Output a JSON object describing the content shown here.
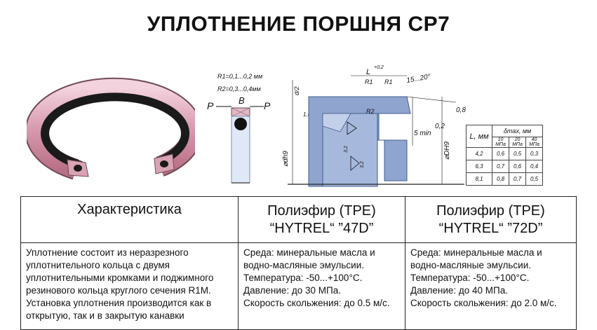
{
  "title": "УПЛОТНЕНИЕ ПОРШНЯ СР7",
  "drawing": {
    "r1": "R1=0,1...0,2 мм",
    "r2": "R2=0,3...0,4мм",
    "p_left": "P",
    "p_right": "P",
    "b": "B",
    "l_dim": "L",
    "l_tol": "+0,2",
    "angle": "15...20°",
    "dim_0_8": "0,8",
    "dim_0_2": "0,2",
    "dim_5_min": "5 min",
    "dim_1_6": "1,6",
    "dim_d_half": "d/2",
    "dim_dh9": "⌀dh9",
    "dim_DH9": "⌀DH9",
    "r1_label": "R1",
    "r1b_label": "R1",
    "r2_label": "R2",
    "rough_a": "3,2",
    "rough_b": "3,2"
  },
  "mini_table": {
    "l_header": "L, мм",
    "delta_header": "δmax, мм",
    "units": [
      "10 МПа",
      "20 МПа",
      "40 МПа"
    ],
    "rows": [
      [
        "4,2",
        "0,6",
        "0,5",
        "0,3"
      ],
      [
        "6,3",
        "0,7",
        "0,6",
        "0,4"
      ],
      [
        "8,1",
        "0,8",
        "0,7",
        "0,5"
      ]
    ]
  },
  "table": {
    "headers": [
      [
        "Характеристика"
      ],
      [
        "Полиэфир (TPE)",
        "“HYTREL“ ”47D”"
      ],
      [
        "Полиэфир (TPE)",
        "“HYTREL“ ”72D”"
      ]
    ],
    "col1": [
      "Уплотнение состоит из неразрезного",
      "уплотнительного кольца с двумя",
      "уплотнительными кромками и поджимного",
      "резинового кольца круглого сечения R1M.",
      "Установка уплотнения производится как в",
      "открытую, так и в закрытую канавки"
    ],
    "col2": [
      "Среда: минеральные масла и",
      "водно-масляные эмульсии.",
      "Температура: -50...+100°С.",
      "Давление: до 30 МПа.",
      "Скорость скольжения: до 0.5 м/с."
    ],
    "col3": [
      "Среда: минеральные масла и",
      "водно-масляные эмульсии.",
      "Температура: -50...+100°С.",
      "Давление: до 40 МПа.",
      "Скорость скольжения: до 2.0 м/с."
    ]
  }
}
